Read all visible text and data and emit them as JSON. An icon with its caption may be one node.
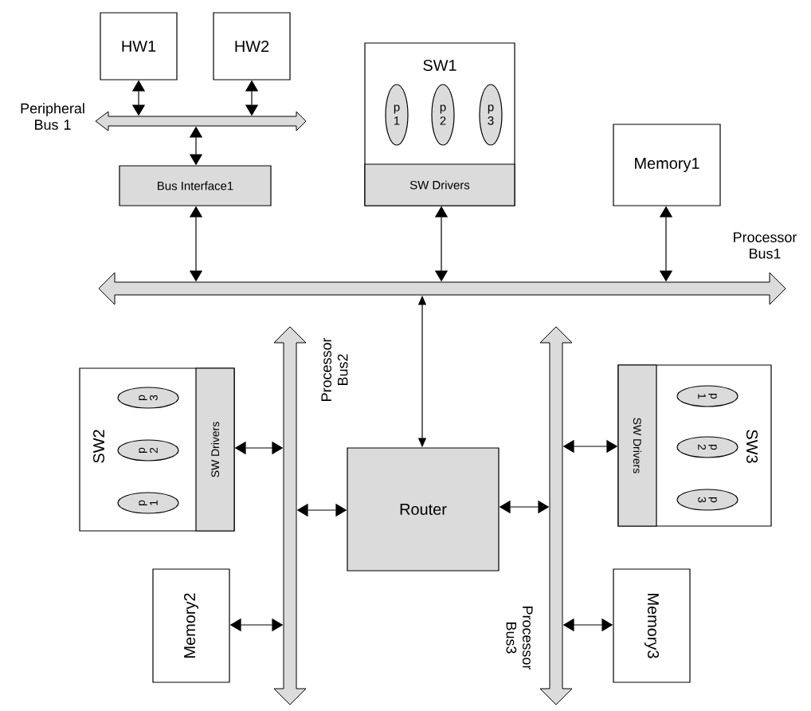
{
  "diagram": {
    "nodes": [
      {
        "text": [
          "HW1"
        ]
      },
      {
        "text": [
          "HW2"
        ]
      },
      {
        "text": [],
        "shape": "bar",
        "beside": [
          "Peripheral Bus 1"
        ]
      },
      {
        "text": [
          "Bus Interface1"
        ]
      },
      {
        "text": [
          "SW1"
        ]
      },
      {
        "text": [
          "p 1"
        ],
        "in": 4
      },
      {
        "text": [
          "p 2"
        ],
        "in": 4
      },
      {
        "text": [
          "p 3"
        ],
        "in": 4
      },
      {
        "text": [
          "SW Drivers"
        ],
        "in": 4
      },
      {
        "text": [
          "Memory1"
        ]
      },
      {
        "text": [],
        "shape": "bar",
        "beside": [
          "Processor Bus1"
        ]
      },
      {
        "text": [],
        "shape": "bar",
        "beside": [
          "Processor Bus2"
        ]
      },
      {
        "text": [],
        "shape": "bar",
        "beside": [
          "Processor Bus3"
        ]
      },
      {
        "text": [
          "SW2"
        ]
      },
      {
        "text": [
          "p 1"
        ],
        "in": 13
      },
      {
        "text": [
          "p 2"
        ],
        "in": 13
      },
      {
        "text": [
          "p 3"
        ],
        "in": 13
      },
      {
        "text": [
          "SW Drivers"
        ],
        "in": 13
      },
      {
        "text": [
          "Memory2"
        ]
      },
      {
        "text": [
          "Router"
        ]
      },
      {
        "text": [
          "SW3"
        ]
      },
      {
        "text": [
          "p 1"
        ],
        "in": 20
      },
      {
        "text": [
          "p 2"
        ],
        "in": 20
      },
      {
        "text": [
          "p 3"
        ],
        "in": 20
      },
      {
        "text": [
          "SW Drivers"
        ],
        "in": 20
      },
      {
        "text": [
          "Memory3"
        ]
      }
    ],
    "edges": [
      {
        "from": 0,
        "to": 2,
        "arrow": "both"
      },
      {
        "from": 1,
        "to": 2,
        "arrow": "both"
      },
      {
        "from": 2,
        "to": 3,
        "arrow": "both"
      },
      {
        "from": 3,
        "to": 10,
        "arrow": "both"
      },
      {
        "from": 8,
        "to": 10,
        "arrow": "both"
      },
      {
        "from": 9,
        "to": 10,
        "arrow": "both"
      },
      {
        "from": 10,
        "to": 19,
        "arrow": "both"
      },
      {
        "from": 17,
        "to": 11,
        "arrow": "both"
      },
      {
        "from": 19,
        "to": 11,
        "arrow": "both"
      },
      {
        "from": 18,
        "to": 11,
        "arrow": "both"
      },
      {
        "from": 19,
        "to": 12,
        "arrow": "both"
      },
      {
        "from": 24,
        "to": 12,
        "arrow": "both"
      },
      {
        "from": 25,
        "to": 12,
        "arrow": "both"
      }
    ]
  }
}
